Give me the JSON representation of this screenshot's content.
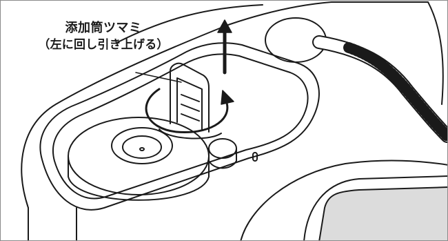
{
  "callout": {
    "title": "添加筒ツマミ",
    "note": "（左に回し引き上げる）"
  },
  "arrows": {
    "lift_direction": "up",
    "turn_direction": "counterclockwise"
  },
  "colors": {
    "line": "#1a1a1a",
    "screen": "#dcdcdc",
    "background": "#ffffff"
  }
}
